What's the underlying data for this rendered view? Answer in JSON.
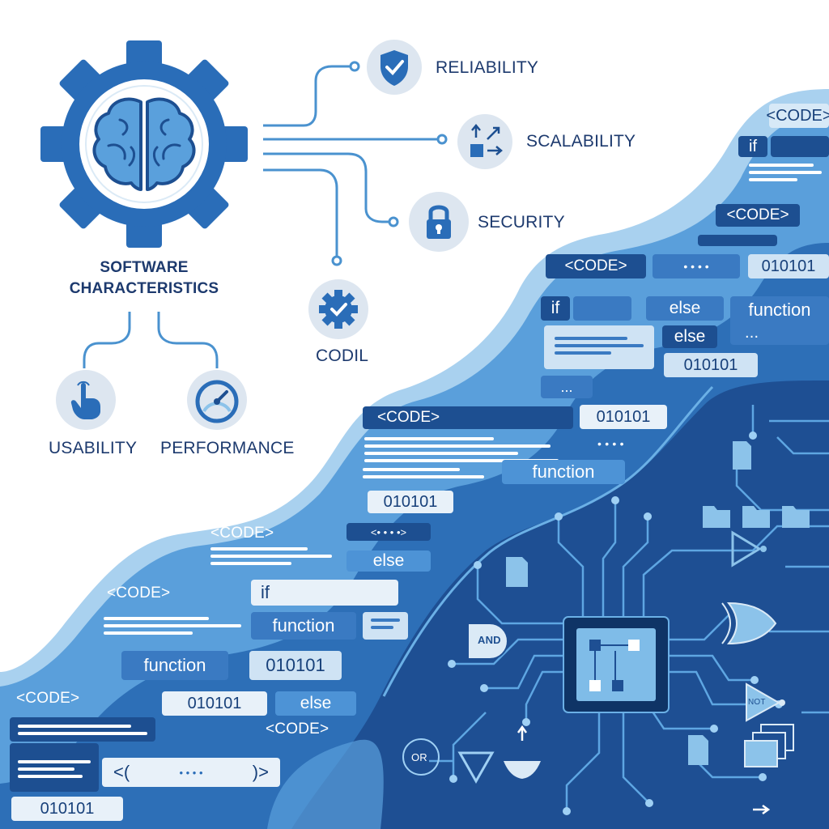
{
  "colors": {
    "deep": "#1b4a8a",
    "mid": "#2c6cb4",
    "bright": "#4d93d6",
    "light": "#8cc3ea",
    "pale": "#dbeaf6",
    "ink": "#1d3a6e",
    "icon_bg": "#dde6f0"
  },
  "hub": {
    "title_line1": "SOFTWARE",
    "title_line2": "CHARACTERISTICS",
    "icon": "brain-gear-icon"
  },
  "characteristics": [
    {
      "label": "RELIABILITY",
      "icon": "shield-check-icon"
    },
    {
      "label": "SCALABILITY",
      "icon": "scale-arrows-icon"
    },
    {
      "label": "SECURITY",
      "icon": "padlock-icon"
    },
    {
      "label": "CODIL",
      "icon": "gear-check-icon"
    },
    {
      "label": "USABILITY",
      "icon": "pointer-hand-icon"
    },
    {
      "label": "PERFORMANCE",
      "icon": "speedometer-icon"
    }
  ],
  "code_chips": {
    "code": "<CODE>",
    "if_kw": "if",
    "else_kw": "else",
    "function_kw": "function",
    "binary": "010101",
    "ellipsis": "...",
    "dots": "• • • •",
    "arrows_left": "<(",
    "arrows_right": ")>",
    "arrow_dots": "<• • • •>"
  },
  "logic_gates": {
    "and": "AND",
    "or": "OR",
    "not": "NOT"
  }
}
